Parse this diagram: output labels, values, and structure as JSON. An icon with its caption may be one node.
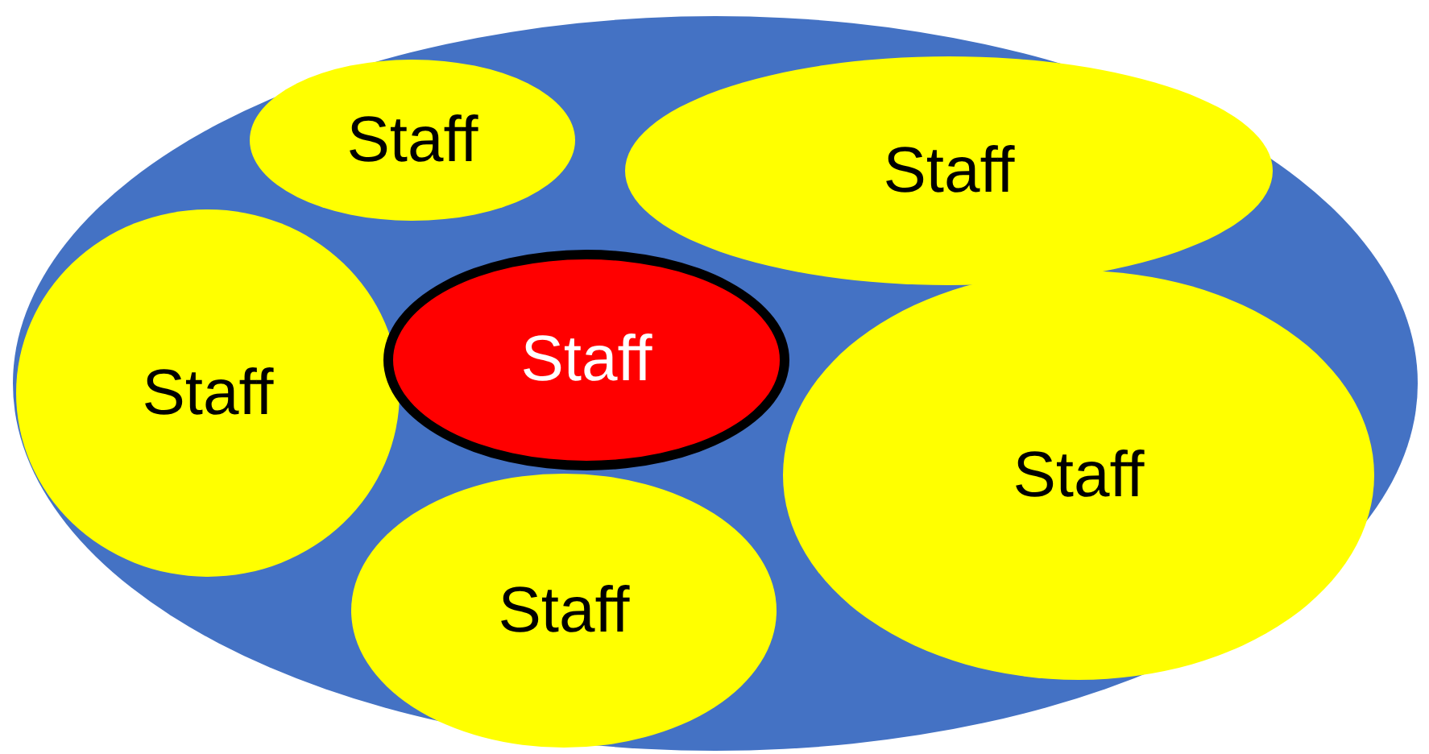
{
  "diagram": {
    "nodes": [
      {
        "text": [],
        "shape": "ellipse"
      },
      {
        "text": [
          "Staff"
        ],
        "in": 0
      },
      {
        "text": [
          "Staff"
        ],
        "in": 0
      },
      {
        "text": [
          "Staff"
        ],
        "in": 0
      },
      {
        "text": [
          "Staff"
        ],
        "in": 0
      },
      {
        "text": [
          "Staff"
        ],
        "in": 0
      },
      {
        "text": [
          "Staff"
        ],
        "in": 0
      }
    ]
  }
}
